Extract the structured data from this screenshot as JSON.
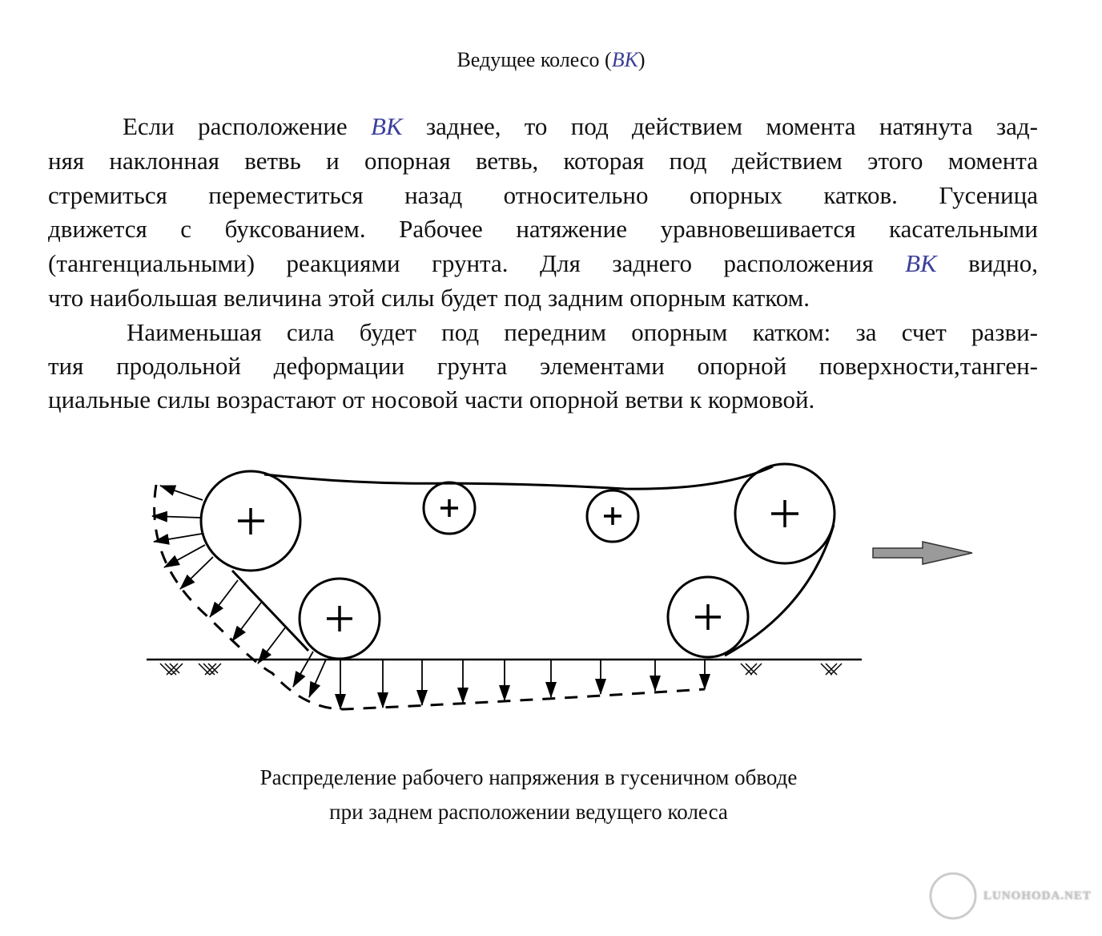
{
  "title": {
    "text": "Ведущее колесо",
    "open": "(",
    "vk": "ВК",
    "close": ")"
  },
  "paragraph1": {
    "l1a": "Если расположение ",
    "l1vk": "ВК",
    "l1b": " заднее, то под действием момента натянута зад-",
    "l2": "няя наклонная ветвь и опорная ветвь, которая под действием этого момента",
    "l3": "стремиться переместиться назад относительно опорных катков. Гусеница",
    "l4": "движется с буксованием. Рабочее натяжение уравновешивается касательными",
    "l5a": "(тангенциальными) реакциями грунта. Для заднего расположения ",
    "l5vk": "ВК",
    "l5b": " видно,",
    "l6": "что наибольшая величина этой силы будет под задним опорным катком."
  },
  "paragraph2": {
    "l1": "Наименьшая сила будет под передним опорным катком: за счет разви-",
    "l2": "тия продольной деформации грунта элементами опорной поверхности,танген-",
    "l3": "циальные силы возрастают от носовой части опорной ветви к кормовой."
  },
  "caption": {
    "l1": "Распределение рабочего напряжения в гусеничном обводе",
    "l2": "при заднем расположении ведущего колеса"
  },
  "watermark": "LUNOHODA.NET"
}
